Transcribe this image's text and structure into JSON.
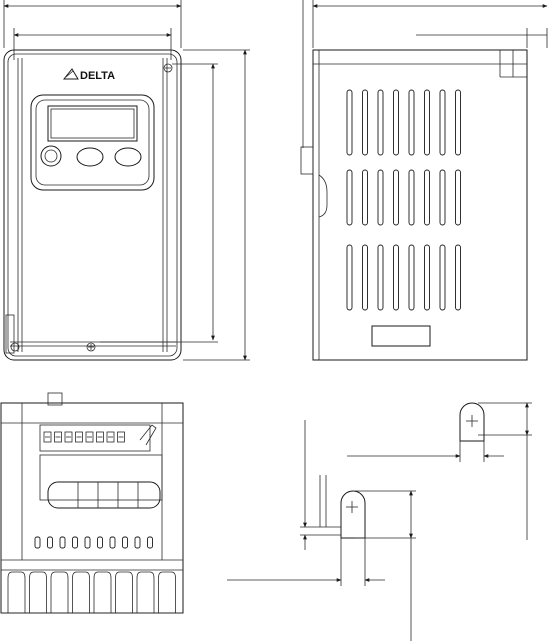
{
  "drawing": {
    "brand_label": "DELTA",
    "front_view": {
      "keypad_buttons": 3
    },
    "side_view": {
      "vent_rows": 3,
      "vent_slots_per_row": 8
    },
    "bottom_view": {
      "terminal_count": 8,
      "slot_count": 10,
      "fin_count": 8
    },
    "colors": {
      "line": "#1a1a1a",
      "background": "#ffffff"
    }
  }
}
